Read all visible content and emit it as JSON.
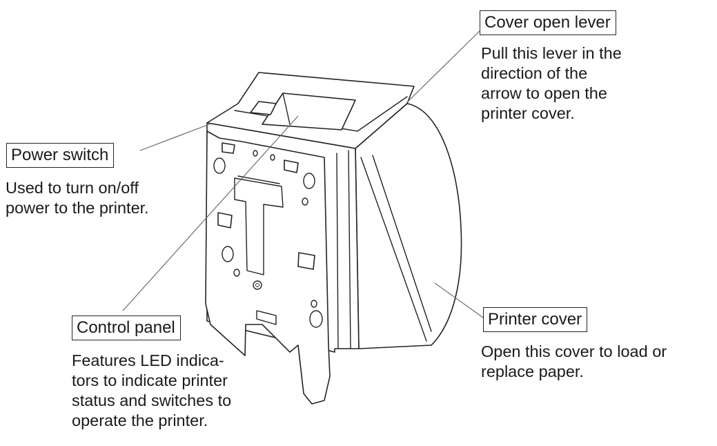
{
  "callouts": {
    "cover_open_lever": {
      "label": "Cover open lever",
      "description": "Pull this lever in the\ndirection of the\narrow to open the\nprinter cover."
    },
    "power_switch": {
      "label": "Power switch",
      "description": "Used to turn on/off\npower to the printer."
    },
    "control_panel": {
      "label": "Control panel",
      "description": "Features LED indica-\ntors to indicate printer\nstatus and switches to\noperate the printer."
    },
    "printer_cover": {
      "label": "Printer cover",
      "description": "Open this cover to load or\nreplace paper."
    }
  }
}
